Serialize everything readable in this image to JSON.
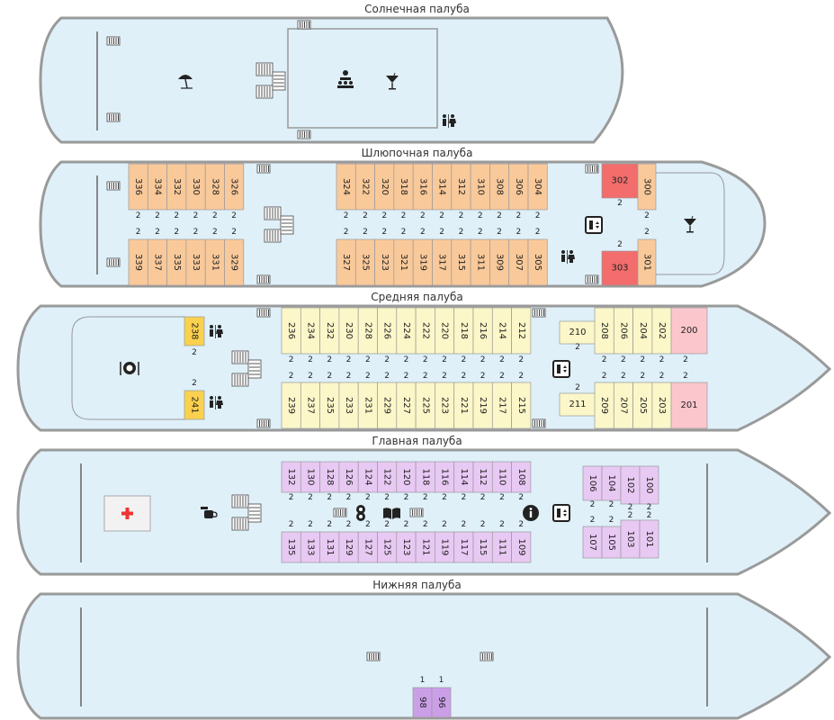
{
  "decks": [
    {
      "id": "sun",
      "title": "Солнечная палуба"
    },
    {
      "id": "boat",
      "title": "Шлюпочная палуба"
    },
    {
      "id": "middle",
      "title": "Средняя палуба"
    },
    {
      "id": "main",
      "title": "Главная палуба"
    },
    {
      "id": "lower",
      "title": "Нижняя палуба"
    }
  ],
  "colors": {
    "hull": "#dff0f9",
    "boat_cabin": "#f9c99a",
    "boat_suite": "#f26d6b",
    "middle_cabin": "#fbf7c8",
    "middle_special": "#fad04f",
    "middle_suite": "#fbc6cc",
    "main_cabin": "#e8c9f3",
    "lower_cabin": "#cb9fe8"
  },
  "cabins": {
    "boat": {
      "aft_top": [
        "336",
        "334",
        "332",
        "330",
        "328",
        "326"
      ],
      "aft_bottom": [
        "339",
        "337",
        "335",
        "333",
        "331",
        "329"
      ],
      "mid_top": [
        "324",
        "322",
        "320",
        "318",
        "316",
        "314",
        "312",
        "310",
        "308",
        "306",
        "304"
      ],
      "mid_bottom": [
        "327",
        "325",
        "323",
        "321",
        "319",
        "317",
        "315",
        "311",
        "309",
        "307",
        "305"
      ],
      "bow_small": [
        "300",
        "301"
      ],
      "suites": [
        "302",
        "303"
      ]
    },
    "middle": {
      "aft": [
        "238",
        "241"
      ],
      "mid_top": [
        "236",
        "234",
        "232",
        "230",
        "228",
        "226",
        "224",
        "222",
        "220",
        "218",
        "216",
        "214",
        "212"
      ],
      "mid_bottom": [
        "239",
        "237",
        "235",
        "233",
        "231",
        "229",
        "227",
        "225",
        "223",
        "221",
        "219",
        "217",
        "215"
      ],
      "fwd_top": [
        "210",
        "208",
        "206",
        "204",
        "202"
      ],
      "fwd_bottom": [
        "211",
        "209",
        "207",
        "205",
        "203"
      ],
      "suites": [
        "200",
        "201"
      ]
    },
    "main": {
      "mid_top": [
        "132",
        "130",
        "128",
        "126",
        "124",
        "122",
        "120",
        "118",
        "116",
        "114",
        "112",
        "110",
        "108"
      ],
      "mid_bottom": [
        "135",
        "133",
        "131",
        "129",
        "127",
        "125",
        "123",
        "121",
        "119",
        "117",
        "115",
        "111",
        "109"
      ],
      "fwd_top": [
        "106",
        "104",
        "102",
        "100"
      ],
      "fwd_bottom": [
        "107",
        "105",
        "103",
        "101"
      ]
    },
    "lower": {
      "cabins": [
        "98",
        "96"
      ]
    }
  },
  "berths": {
    "two": "2",
    "one": "1"
  },
  "icons": [
    "stairs-icon",
    "beach-umbrella-icon",
    "bar-cocktail-icon",
    "conference-icon",
    "restroom-icon",
    "elevator-icon",
    "restaurant-icon",
    "first-aid-icon",
    "coffee-icon",
    "library-icon",
    "info-icon",
    "cafe-icon"
  ]
}
